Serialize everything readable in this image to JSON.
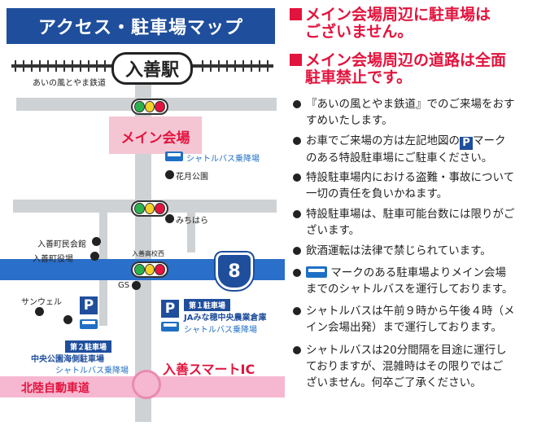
{
  "map": {
    "title": "アクセス・駐車場マップ",
    "station": "入善駅",
    "railway": "あいの風とやま鉄道",
    "main_venue": "メイン会場",
    "shuttle_stop_1": "シャトルバス乗降場",
    "landmarks": {
      "hanazuki_park": "花月公園",
      "michihara": "みちはら",
      "nyuzen_town_hall_community": "入善町民会館",
      "nyuzen_town_office": "入善町役場",
      "nyuzen_high_school": "入善高校西",
      "gs": "GS",
      "sanwell": "サンウェル"
    },
    "route_number": "8",
    "parking_1_tag": "第１駐車場",
    "parking_1_name": "JAみな穂中央農業倉庫",
    "parking_1_shuttle": "シャトルバス乗降場",
    "parking_2_tag": "第２駐車場",
    "parking_2_name": "中央公園海側駐車場",
    "parking_2_shuttle": "シャトルバス乗降場",
    "smart_ic": "入善スマートIC",
    "expressway": "北陸自動車道",
    "p_symbol": "P"
  },
  "notes": {
    "heading_1": [
      "メイン会場周辺に駐車場は",
      "ございません。"
    ],
    "heading_2": [
      "メイン会場周辺の道路は全面",
      "駐車禁止です。"
    ],
    "items": [
      {
        "lines": [
          "『あいの風とやま鉄道』でのご来場をおす",
          "すめいたします。"
        ]
      },
      {
        "pre": "お車でご来場の方は左記地図の",
        "icon": "P",
        "post": "マーク",
        "line2": "のある特設駐車場にご駐車ください。"
      },
      {
        "lines": [
          "特設駐車場内における盗難・事故について",
          "一切の責任を負いかねます。"
        ]
      },
      {
        "lines": [
          "特設駐車場は、駐車可能台数には限りがご",
          "ざいます。"
        ]
      },
      {
        "lines": [
          "飲酒運転は法律で禁じられています。"
        ]
      },
      {
        "pre": "",
        "icon": "bus",
        "post": "マークのある駐車場よりメイン会場",
        "line2": "までのシャトルバスを運行しております。"
      },
      {
        "lines": [
          "シャトルバスは午前９時から午後４時（メ",
          "イン会場出発）まで運行しております。"
        ]
      },
      {
        "lines": [
          "シャトルバスは20分間隔を目途に運行し",
          "ておりますが、混雑時はその限りではご",
          "ざいません。何卒ご了承ください。"
        ]
      }
    ]
  },
  "colors": {
    "accent_blue": "#1f4e9c",
    "accent_red": "#e2133d",
    "highway_pink": "#f6b7d0",
    "road_gray": "#cfd2d4"
  }
}
